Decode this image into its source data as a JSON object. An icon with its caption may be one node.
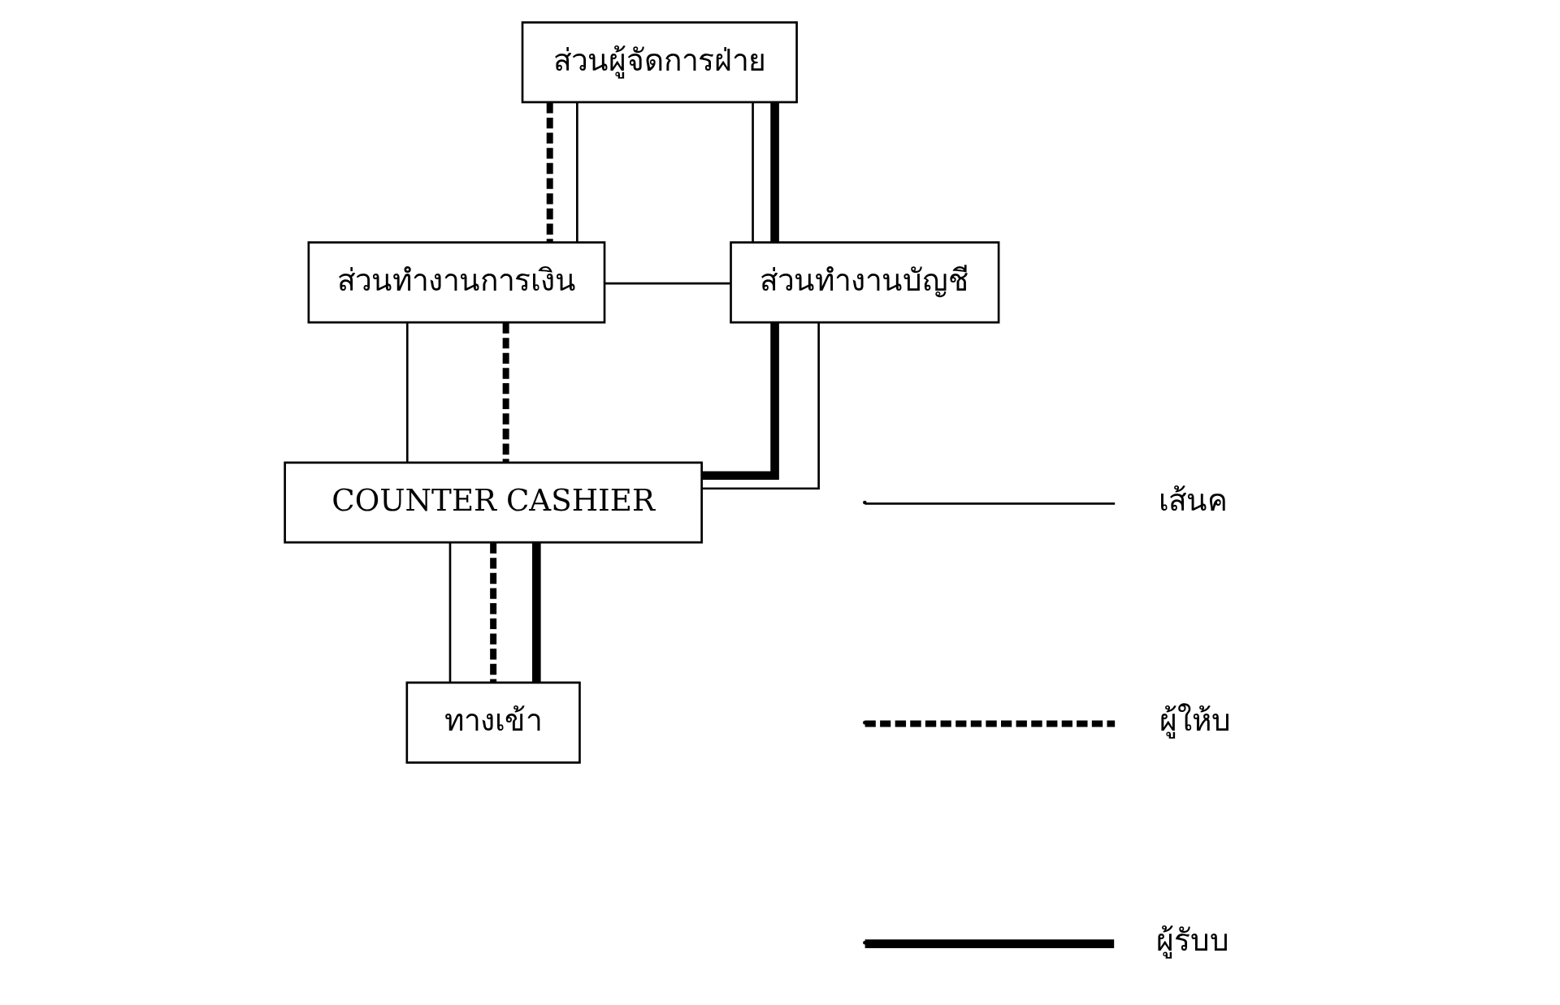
{
  "diagram": {
    "nodes": [
      {
        "text": [
          "ส่วนผู้จัดการฝ่าย"
        ]
      },
      {
        "text": [
          "ส่วนทำงานการเงิน"
        ]
      },
      {
        "text": [
          "ส่วนทำงานบัญชี"
        ]
      },
      {
        "text": [
          "COUNTER CASHIER"
        ]
      },
      {
        "text": [
          "ทางเข้า"
        ]
      }
    ],
    "edges": [
      {
        "from": 1,
        "to": 0,
        "arrow": "none"
      },
      {
        "from": 0,
        "to": 2,
        "arrow": "none"
      },
      {
        "from": 1,
        "to": 2,
        "arrow": "none"
      },
      {
        "from": 1,
        "to": 3,
        "arrow": "none"
      },
      {
        "from": 3,
        "to": 2,
        "arrow": "none"
      },
      {
        "from": 3,
        "to": 4,
        "arrow": "none"
      },
      {
        "from": 0,
        "to": 1,
        "arrow": "none",
        "style": "dashed"
      },
      {
        "from": 1,
        "to": 3,
        "arrow": "none",
        "style": "dashed"
      },
      {
        "from": 3,
        "to": 4,
        "arrow": "none",
        "style": "dashed"
      },
      {
        "from": 0,
        "to": 2,
        "arrow": "none",
        "style": "thick"
      },
      {
        "from": 2,
        "to": 3,
        "arrow": "none",
        "style": "thick"
      },
      {
        "from": 3,
        "to": 4,
        "arrow": "none",
        "style": "thick"
      }
    ],
    "legend": [
      {
        "text": "เส้นค"
      },
      {
        "text": "ผู้ให้บ"
      },
      {
        "text": "ผู้รับบ"
      }
    ]
  }
}
